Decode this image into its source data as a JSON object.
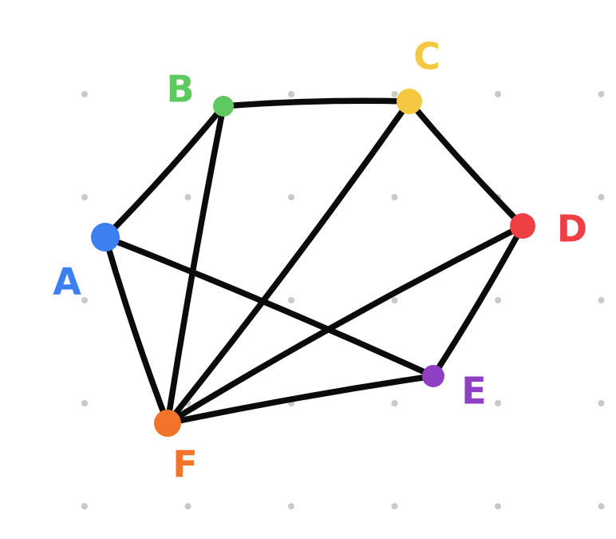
{
  "graph": {
    "nodes": [
      {
        "id": "A",
        "label": "A",
        "color": "#3b7ff0"
      },
      {
        "id": "B",
        "label": "B",
        "color": "#5ec95e"
      },
      {
        "id": "C",
        "label": "C",
        "color": "#f5c842"
      },
      {
        "id": "D",
        "label": "D",
        "color": "#ee3f45"
      },
      {
        "id": "E",
        "label": "E",
        "color": "#8e3fc4"
      },
      {
        "id": "F",
        "label": "F",
        "color": "#f2732a"
      }
    ],
    "edges": [
      [
        "A",
        "B"
      ],
      [
        "A",
        "E"
      ],
      [
        "A",
        "F"
      ],
      [
        "B",
        "C"
      ],
      [
        "B",
        "F"
      ],
      [
        "C",
        "D"
      ],
      [
        "C",
        "F"
      ],
      [
        "D",
        "E"
      ],
      [
        "D",
        "F"
      ],
      [
        "E",
        "F"
      ]
    ]
  },
  "colors": {
    "edge": "#0b0b0b",
    "grid_dot": "#c9c9c9",
    "background": "#ffffff"
  }
}
